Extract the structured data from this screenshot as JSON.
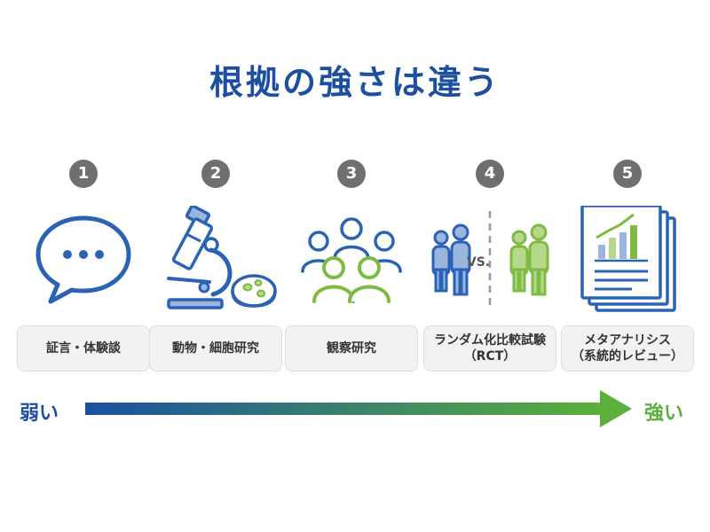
{
  "title": "根拠の強さは違う",
  "stages": [
    {
      "number": "1",
      "label": "証言・体験談",
      "sublabel": ""
    },
    {
      "number": "2",
      "label": "動物・細胞研究",
      "sublabel": ""
    },
    {
      "number": "3",
      "label": "観察研究",
      "sublabel": ""
    },
    {
      "number": "4",
      "label": "ランダム化比較試験",
      "sublabel": "（RCT）"
    },
    {
      "number": "5",
      "label": "メタアナリシス",
      "sublabel": "（系統的レビュー）"
    }
  ],
  "vs_text": "VS.",
  "scale": {
    "weak": "弱い",
    "strong": "強い"
  },
  "colors": {
    "title": "#1d4fa0",
    "icon_blue": "#2a62b5",
    "icon_light_blue": "#9bb5de",
    "icon_green": "#7dbb42",
    "icon_light_green": "#b7d88a",
    "badge": "#6f6f6f",
    "arrow_start": "#1d4fa0",
    "arrow_end": "#5ab03a"
  },
  "icons": [
    "speech-bubble-icon",
    "microscope-icon",
    "people-group-icon",
    "groups-comparison-icon",
    "documents-chart-icon"
  ]
}
